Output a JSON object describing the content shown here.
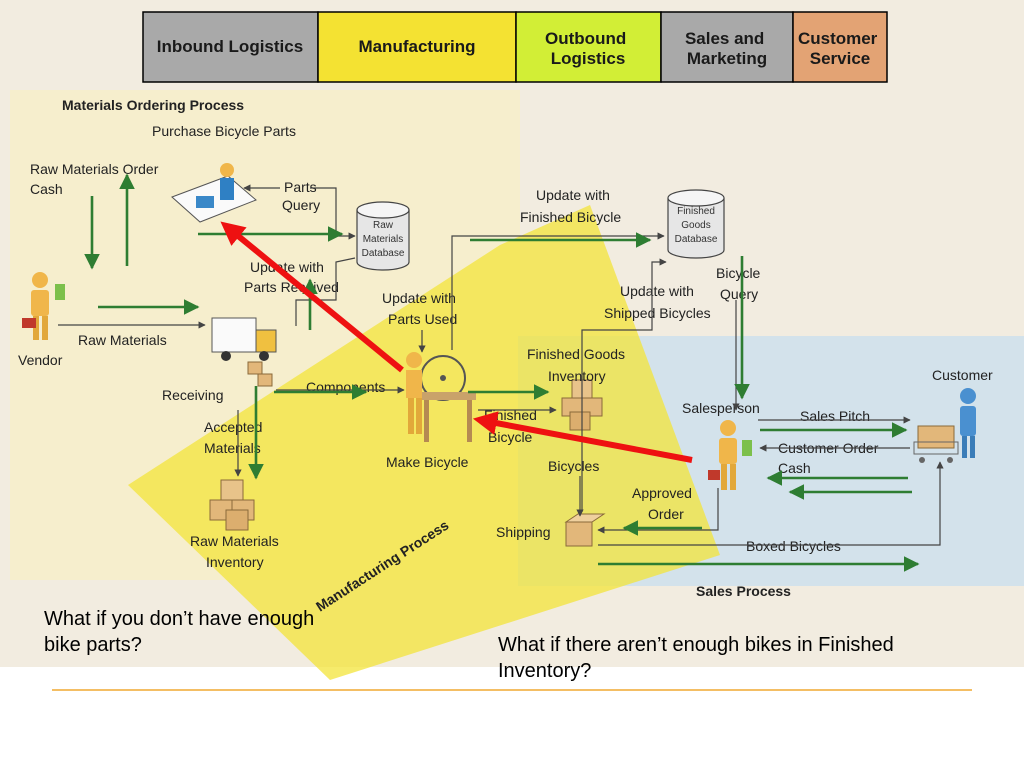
{
  "value_chain": [
    {
      "label": "Inbound Logistics",
      "color": "#a9a9a9"
    },
    {
      "label": "Manufacturing",
      "color": "#f4e232"
    },
    {
      "label": "Outbound Logistics",
      "color": "#d2ee36"
    },
    {
      "label": "Sales and Marketing",
      "color": "#a9a9a9"
    },
    {
      "label": "Customer Service",
      "color": "#e3a374"
    }
  ],
  "regions": {
    "materials_ordering": "Materials Ordering Process",
    "manufacturing": "Manufacturing Process",
    "sales": "Sales Process"
  },
  "nodes": {
    "purchase_parts": "Purchase Bicycle Parts",
    "vendor": "Vendor",
    "receiving": "Receiving",
    "raw_db": "Raw Materials Database",
    "make_bicycle": "Make Bicycle",
    "raw_inventory": "Raw Materials Inventory",
    "fg_db": "Finished Goods Database",
    "fg_inventory": "Finished Goods Inventory",
    "shipping": "Shipping",
    "salesperson": "Salesperson",
    "customer": "Customer"
  },
  "flows": {
    "raw_order_cash": "Raw Materials Order Cash",
    "parts_query": "Parts Query",
    "update_parts_received": "Update with Parts Received",
    "update_parts_used": "Update with Parts Used",
    "raw_materials": "Raw Materials",
    "components": "Components",
    "accepted_materials": "Accepted Materials",
    "update_finished": "Update with Finished Bicycle",
    "bicycle_query": "Bicycle Query",
    "update_shipped": "Update with Shipped Bicycles",
    "finished_bicycle": "Finished Bicycle",
    "bicycles": "Bicycles",
    "approved_order": "Approved Order",
    "sales_pitch": "Sales Pitch",
    "customer_order_cash": "Customer Order Cash",
    "boxed_bicycles": "Boxed Bicycles"
  },
  "questions": {
    "parts": "What if you don’t have enough bike parts?",
    "inventory": "What if there aren’t enough bikes in Finished Inventory?"
  },
  "colors": {
    "arrow_green": "#2e7d32",
    "arrow_red": "#ee1111",
    "footer_line": "#f0a830"
  }
}
